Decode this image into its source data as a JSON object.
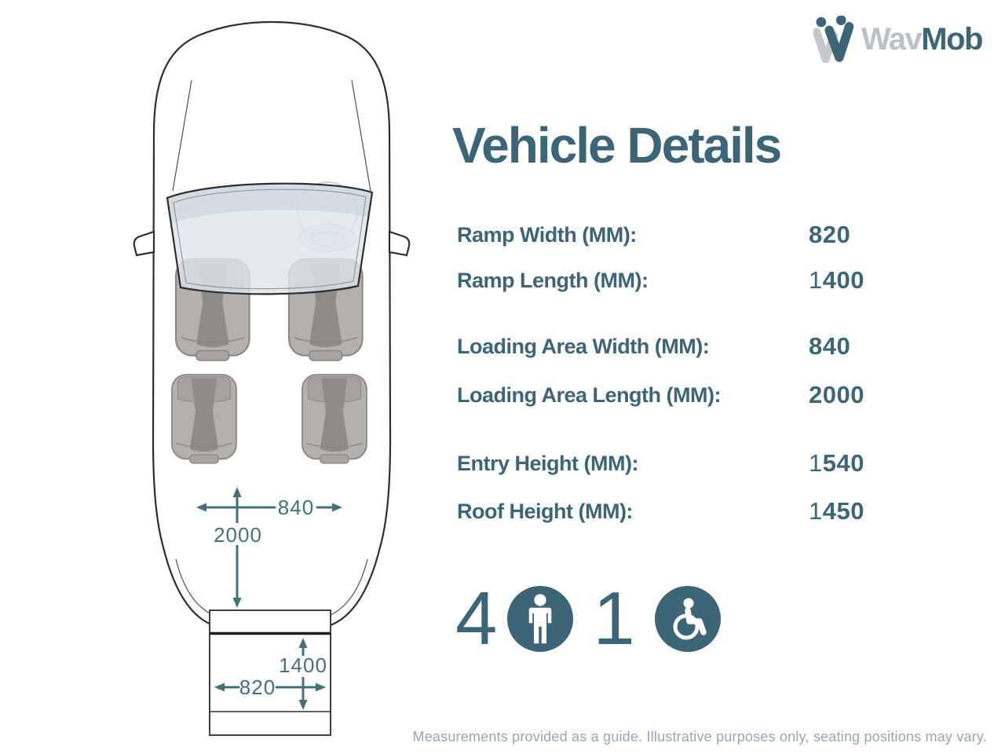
{
  "logo": {
    "text_gray": "Wav",
    "text_teal": "Mob"
  },
  "title": "Vehicle Details",
  "specs": [
    {
      "label": "Ramp Width (MM):",
      "value": "820"
    },
    {
      "label": "Ramp Length (MM):",
      "value": "1400"
    },
    {
      "label": "Loading Area Width (MM):",
      "value": "840"
    },
    {
      "label": "Loading Area Length (MM):",
      "value": "2000"
    },
    {
      "label": "Entry Height (MM):",
      "value": "1540"
    },
    {
      "label": "Roof Height (MM):",
      "value": "1450"
    }
  ],
  "capacity": {
    "seat_count": "4",
    "wheelchair_count": "1"
  },
  "diagram": {
    "loading_width_label": "840",
    "loading_length_label": "2000",
    "ramp_length_label": "1400",
    "ramp_width_label": "820"
  },
  "footer": "Measurements provided as a guide. Illustrative purposes only, seating positions may vary.",
  "colors": {
    "teal": "#3c6578",
    "logo_gray": "#bcc1c6",
    "footer_gray": "#9aa5ae",
    "measure": "#44707e"
  }
}
